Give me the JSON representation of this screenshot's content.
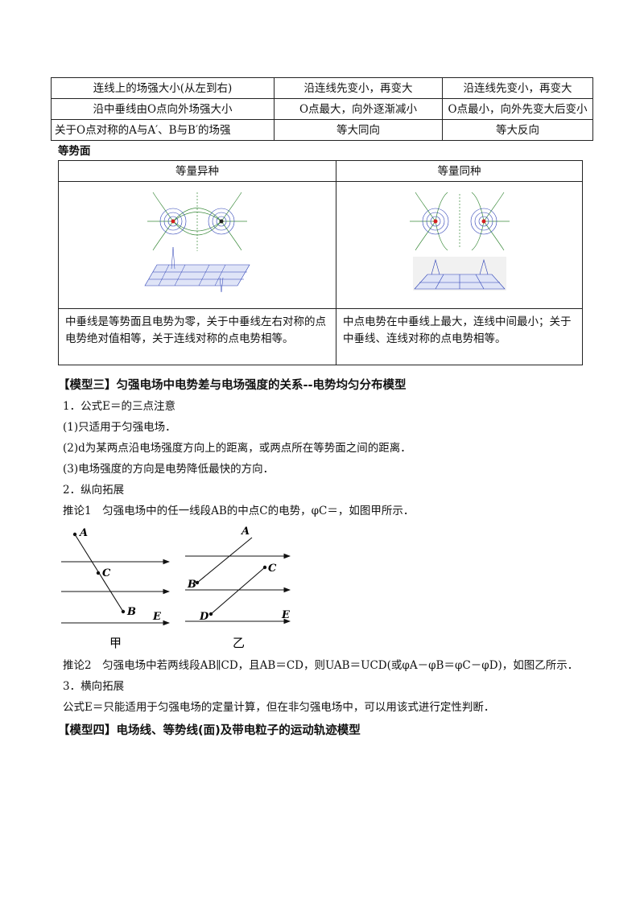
{
  "comparison_table": {
    "rows": [
      [
        "连线上的场强大小(从左到右)",
        "沿连线先变小，再变大",
        "沿连线先变小，再变大"
      ],
      [
        "沿中垂线由O点向外场强大小",
        "O点最大，向外逐渐减小",
        "O点最小，向外先变大后变小"
      ],
      [
        "关于O点对称的A与A′、B与B′的场强",
        "等大同向",
        "等大反向"
      ]
    ]
  },
  "equipotential": {
    "title": "等势面",
    "col1_header": "等量异种",
    "col2_header": "等量同种",
    "col1_desc": "中垂线是等势面且电势为零，关于中垂线左右对称的点电势绝对值相等，关于连线对称的点电势相等。",
    "col2_desc": "中点电势在中垂线上最大，连线中间最小；关于中垂线、连线对称的点电势相等。"
  },
  "model3": {
    "heading": "【模型三】匀强电场中电势差与电场强度的关系--电势均匀分布模型",
    "l1": "1．公式E＝的三点注意",
    "l2": "(1)只适用于匀强电场．",
    "l3": "(2)d为某两点沿电场强度方向上的距离，或两点所在等势面之间的距离．",
    "l4": "(3)电场强度的方向是电势降低最快的方向．",
    "l5": "2．纵向拓展",
    "l6": "推论1　匀强电场中的任一线段AB的中点C的电势，φC＝，如图甲所示．",
    "l7": "推论2　匀强电场中若两线段AB∥CD，且AB＝CD，则UAB＝UCD(或φA－φB＝φC－φD)，如图乙所示．",
    "l8": "3．横向拓展",
    "l9": "公式E＝只能适用于匀强电场的定量计算，但在非匀强电场中，可以用该式进行定性判断．"
  },
  "figure": {
    "jia": {
      "A": "A",
      "B": "B",
      "C": "C",
      "E": "E",
      "caption": "甲"
    },
    "yi": {
      "A": "A",
      "B": "B",
      "C": "C",
      "D": "D",
      "E": "E",
      "caption": "乙"
    }
  },
  "model4": {
    "heading": "【模型四】电场线、等势线(面)及带电粒子的运动轨迹模型"
  },
  "colors": {
    "border": "#222222",
    "field_blue": "#2a3fb5",
    "charge_red": "#d32020",
    "field_green": "#3a8a3a"
  }
}
